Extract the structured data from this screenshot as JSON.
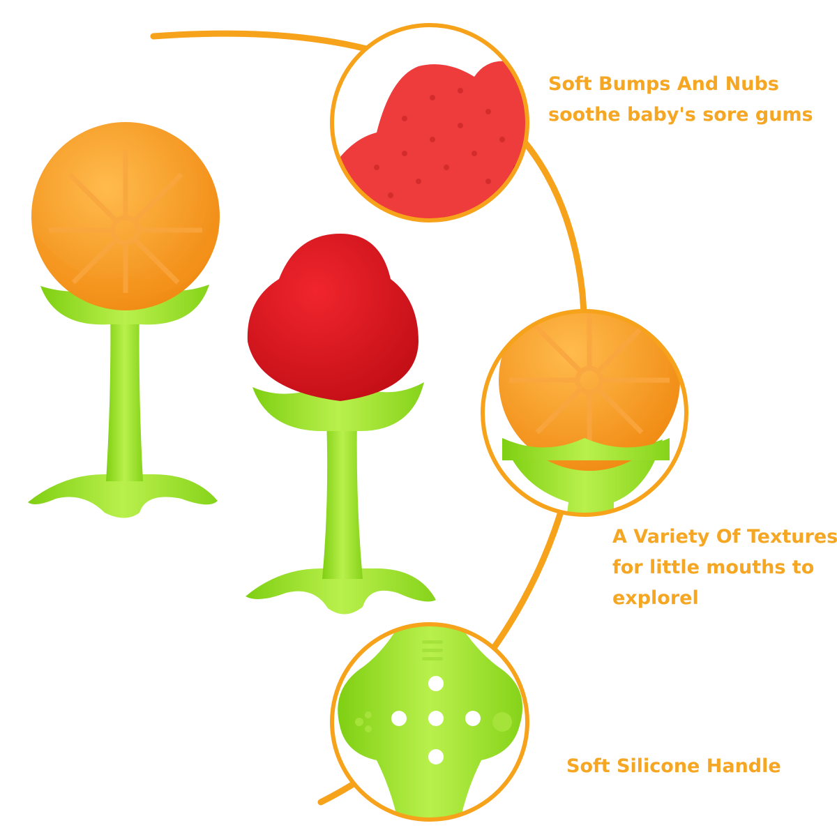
{
  "features": [
    {
      "title": "Soft Bumps And Nubs",
      "detail": "soothe baby's sore gums"
    },
    {
      "title": "A Variety Of Textures",
      "detail_lines": [
        "for little mouths to",
        "explorel"
      ]
    },
    {
      "title": "Soft Silicone Handle"
    }
  ],
  "products": [
    "orange-fruit-teether",
    "strawberry-fruit-teether"
  ],
  "colors": {
    "accent": "#f5a623",
    "orange": "#f7941d",
    "orange_light": "#ffb347",
    "strawberry": "#d9141c",
    "green": "#8ed81e",
    "green_light": "#b6ef4a"
  }
}
